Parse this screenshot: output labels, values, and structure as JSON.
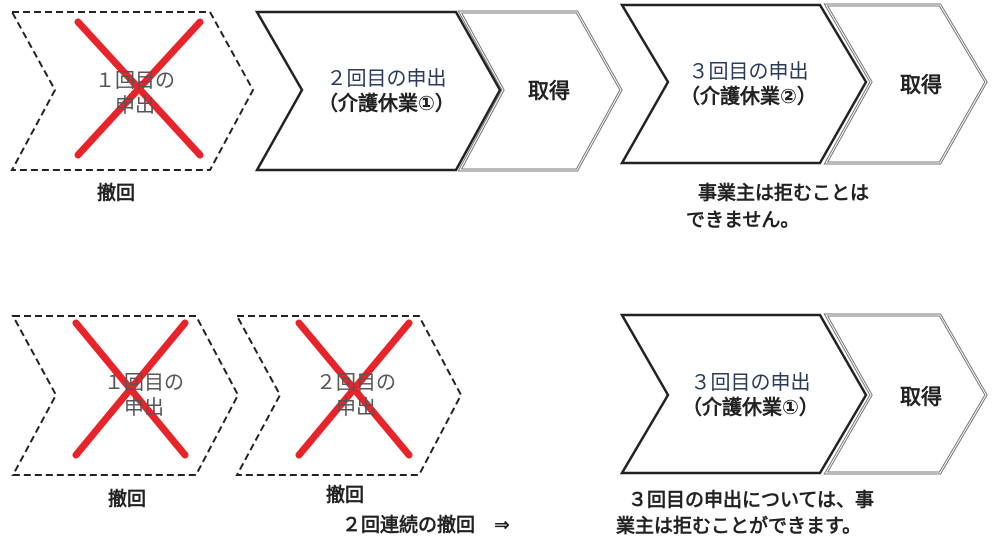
{
  "row1": {
    "step1": {
      "line1": "１回目の",
      "line2": "申出",
      "status": "撤回"
    },
    "step2": {
      "line1": "２回目の申出",
      "line2": "（介護休業①）"
    },
    "step2_result": "取得",
    "step3": {
      "line1": "３回目の申出",
      "line2": "（介護休業②）"
    },
    "step3_result": "取得",
    "note": {
      "line1": "事業主は拒むことは",
      "line2": "できません。"
    }
  },
  "row2": {
    "step1": {
      "line1": "１回目の",
      "line2": "申出",
      "status": "撤回"
    },
    "step2": {
      "line1": "２回目の",
      "line2": "申出",
      "status": "撤回"
    },
    "consecutive_note": "２回連続の撤回　⇒",
    "step3": {
      "line1": "３回目の申出",
      "line2": "（介護休業①）"
    },
    "step3_result": "取得",
    "note": {
      "line1": "３回目の申出については、事",
      "line2": "業主は拒むことができます。"
    }
  },
  "colors": {
    "cross": "#e8232a",
    "outline": "#222222",
    "double_outline": "#777777"
  }
}
